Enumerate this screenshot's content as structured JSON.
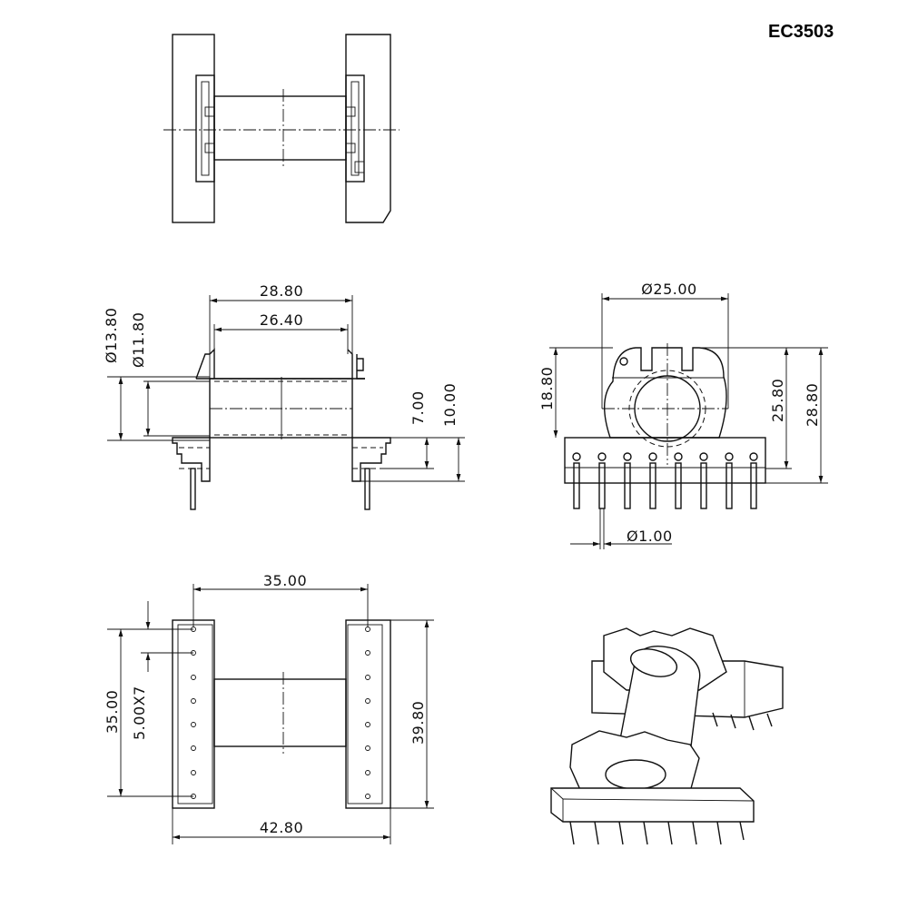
{
  "title": "EC3503",
  "side_view": {
    "length_outer": "28.80",
    "length_inner": "26.40",
    "dia_outer": "Ø13.80",
    "dia_inner": "Ø11.80",
    "height_7": "7.00",
    "height_10": "10.00"
  },
  "front_view": {
    "width": "Ø25.00",
    "h1": "18.80",
    "h2": "25.80",
    "h3": "28.80",
    "pin_dia": "Ø1.00"
  },
  "bottom_view": {
    "pin_span": "35.00",
    "row_span": "35.00",
    "pitch": "5.00X7",
    "depth": "39.80",
    "width": "42.80"
  }
}
